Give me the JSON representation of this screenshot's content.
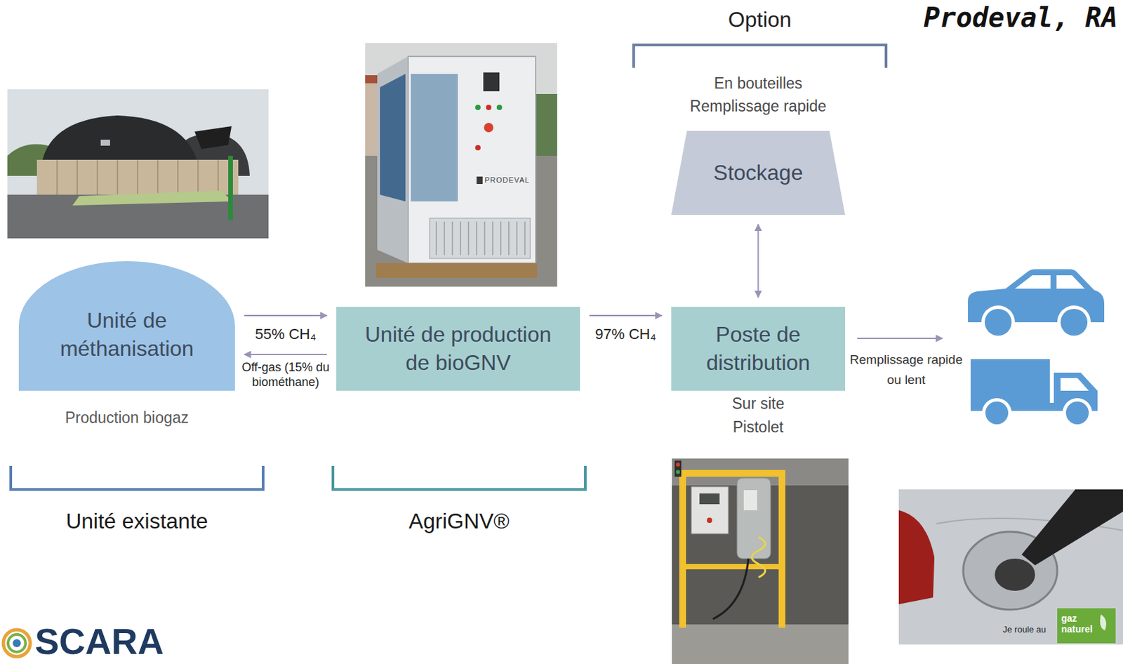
{
  "diagram": {
    "nodes": [
      {
        "text": [
          "Unité de méthanisation",
          "Production biogaz"
        ]
      },
      {
        "text": [
          "Unité de production de bioGNV"
        ]
      },
      {
        "text": [
          "En bouteilles Remplissage rapide",
          "Stockage"
        ]
      },
      {
        "text": [
          "Poste de distribution",
          "Sur site Pistolet"
        ]
      }
    ],
    "edges": [
      {
        "from": 0,
        "to": 1,
        "arrow": "to",
        "label": "55% CH₄"
      },
      {
        "from": 1,
        "to": 0,
        "arrow": "to",
        "label": "Off-gas (15% du biométhane)"
      },
      {
        "from": 1,
        "to": 3,
        "arrow": "to",
        "label": "97% CH₄"
      },
      {
        "from": 2,
        "to": 3,
        "arrow": "both"
      }
    ],
    "labels": [
      "Prodeval, RA",
      "Option",
      "Unité existante",
      "AgriGNV®",
      "Remplissage rapide ou lent",
      "PRODEVAL",
      "SCARA",
      "Je roule au",
      "gaz naturel"
    ]
  }
}
